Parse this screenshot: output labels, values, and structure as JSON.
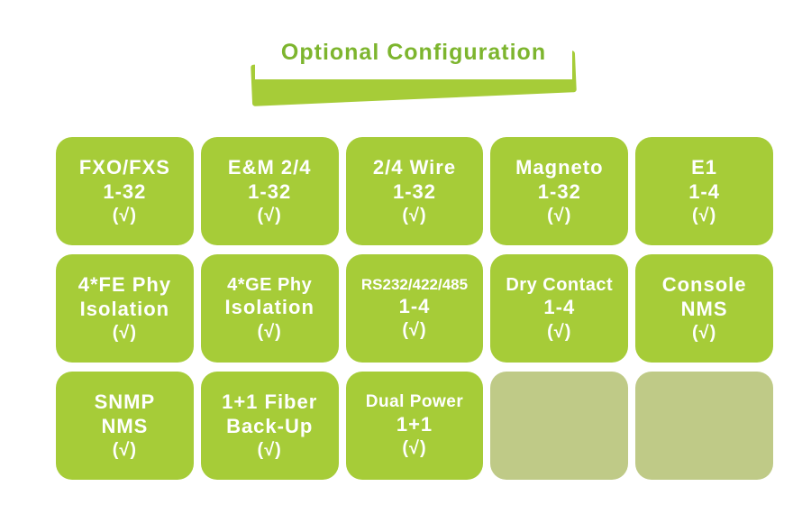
{
  "banner": {
    "title": "Optional Configuration"
  },
  "colors": {
    "green": "#a6cc38",
    "light_green": "#bfca87",
    "banner_text": "#7db52e",
    "cell_text": "#ffffff"
  },
  "grid": {
    "cells": [
      {
        "l1": "FXO/FXS",
        "l2": "1-32",
        "l3": "(√)"
      },
      {
        "l1": "E&M 2/4",
        "l2": "1-32",
        "l3": "(√)"
      },
      {
        "l1": "2/4 Wire",
        "l2": "1-32",
        "l3": "(√)"
      },
      {
        "l1": "Magneto",
        "l2": "1-32",
        "l3": "(√)"
      },
      {
        "l1": "E1",
        "l2": "1-4",
        "l3": "(√)"
      },
      {
        "l1": "4*FE Phy",
        "l2": "Isolation",
        "l3": "(√)"
      },
      {
        "l1": "4*GE Phy",
        "l2": "Isolation",
        "l3": "(√)"
      },
      {
        "l1": "RS232/422/485",
        "l2": "1-4",
        "l3": "(√)"
      },
      {
        "l1": "Dry Contact",
        "l2": "1-4",
        "l3": "(√)"
      },
      {
        "l1": "Console",
        "l2": "NMS",
        "l3": "(√)"
      },
      {
        "l1": "SNMP",
        "l2": "NMS",
        "l3": "(√)"
      },
      {
        "l1": "1+1 Fiber",
        "l2": "Back-Up",
        "l3": "(√)"
      },
      {
        "l1": "Dual Power",
        "l2": "1+1",
        "l3": "(√)"
      },
      {
        "l1": "",
        "l2": "",
        "l3": ""
      },
      {
        "l1": "",
        "l2": "",
        "l3": ""
      }
    ]
  }
}
